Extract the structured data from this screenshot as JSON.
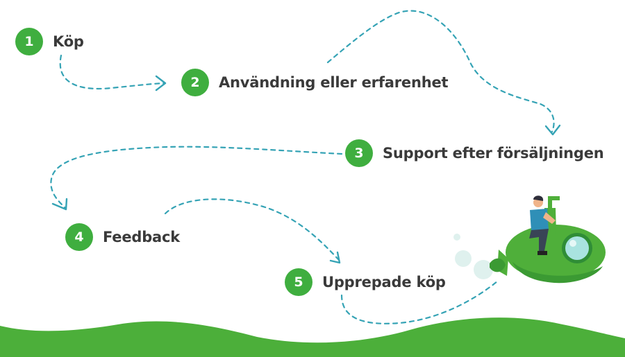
{
  "colors": {
    "badge": "#3fae3f",
    "path": "#35a3b5",
    "ground": "#4caf3a",
    "submarine": "#4faf3a",
    "porthole": "#a9e3e0",
    "bubbles": "#dff1ee"
  },
  "steps": [
    {
      "number": "1",
      "label": "Köp"
    },
    {
      "number": "2",
      "label": "Användning eller erfarenhet"
    },
    {
      "number": "3",
      "label": "Support efter försäljningen"
    },
    {
      "number": "4",
      "label": "Feedback"
    },
    {
      "number": "5",
      "label": "Upprepade köp"
    }
  ]
}
